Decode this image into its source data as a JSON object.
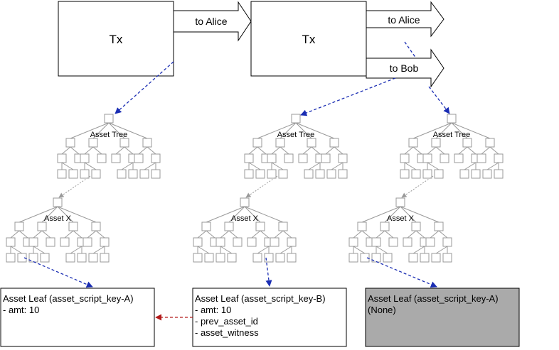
{
  "tx_boxes": [
    {
      "label": "Tx"
    },
    {
      "label": "Tx"
    }
  ],
  "outputs": [
    {
      "label": "to Alice"
    },
    {
      "label": "to Alice"
    },
    {
      "label": "to Bob"
    }
  ],
  "trees": [
    {
      "top_label": "Asset Tree",
      "sub_label": "Asset X"
    },
    {
      "top_label": "Asset Tree",
      "sub_label": "Asset X"
    },
    {
      "top_label": "Asset Tree",
      "sub_label": "Asset X"
    }
  ],
  "leaves": [
    {
      "lines": [
        "Asset Leaf (asset_script_key-A)",
        "- amt: 10"
      ],
      "fill": "#ffffff"
    },
    {
      "lines": [
        "Asset Leaf (asset_script_key-B)",
        "- amt: 10",
        "- prev_asset_id",
        "- asset_witness"
      ],
      "fill": "#ffffff"
    },
    {
      "lines": [
        "Asset Leaf (asset_script_key-A)",
        "(None)"
      ],
      "fill": "#aaaaaa"
    }
  ],
  "colors": {
    "blue_link": "#1a2db3",
    "red_link": "#b31a1a",
    "gray_link": "#999999",
    "node_stroke": "#999999"
  }
}
